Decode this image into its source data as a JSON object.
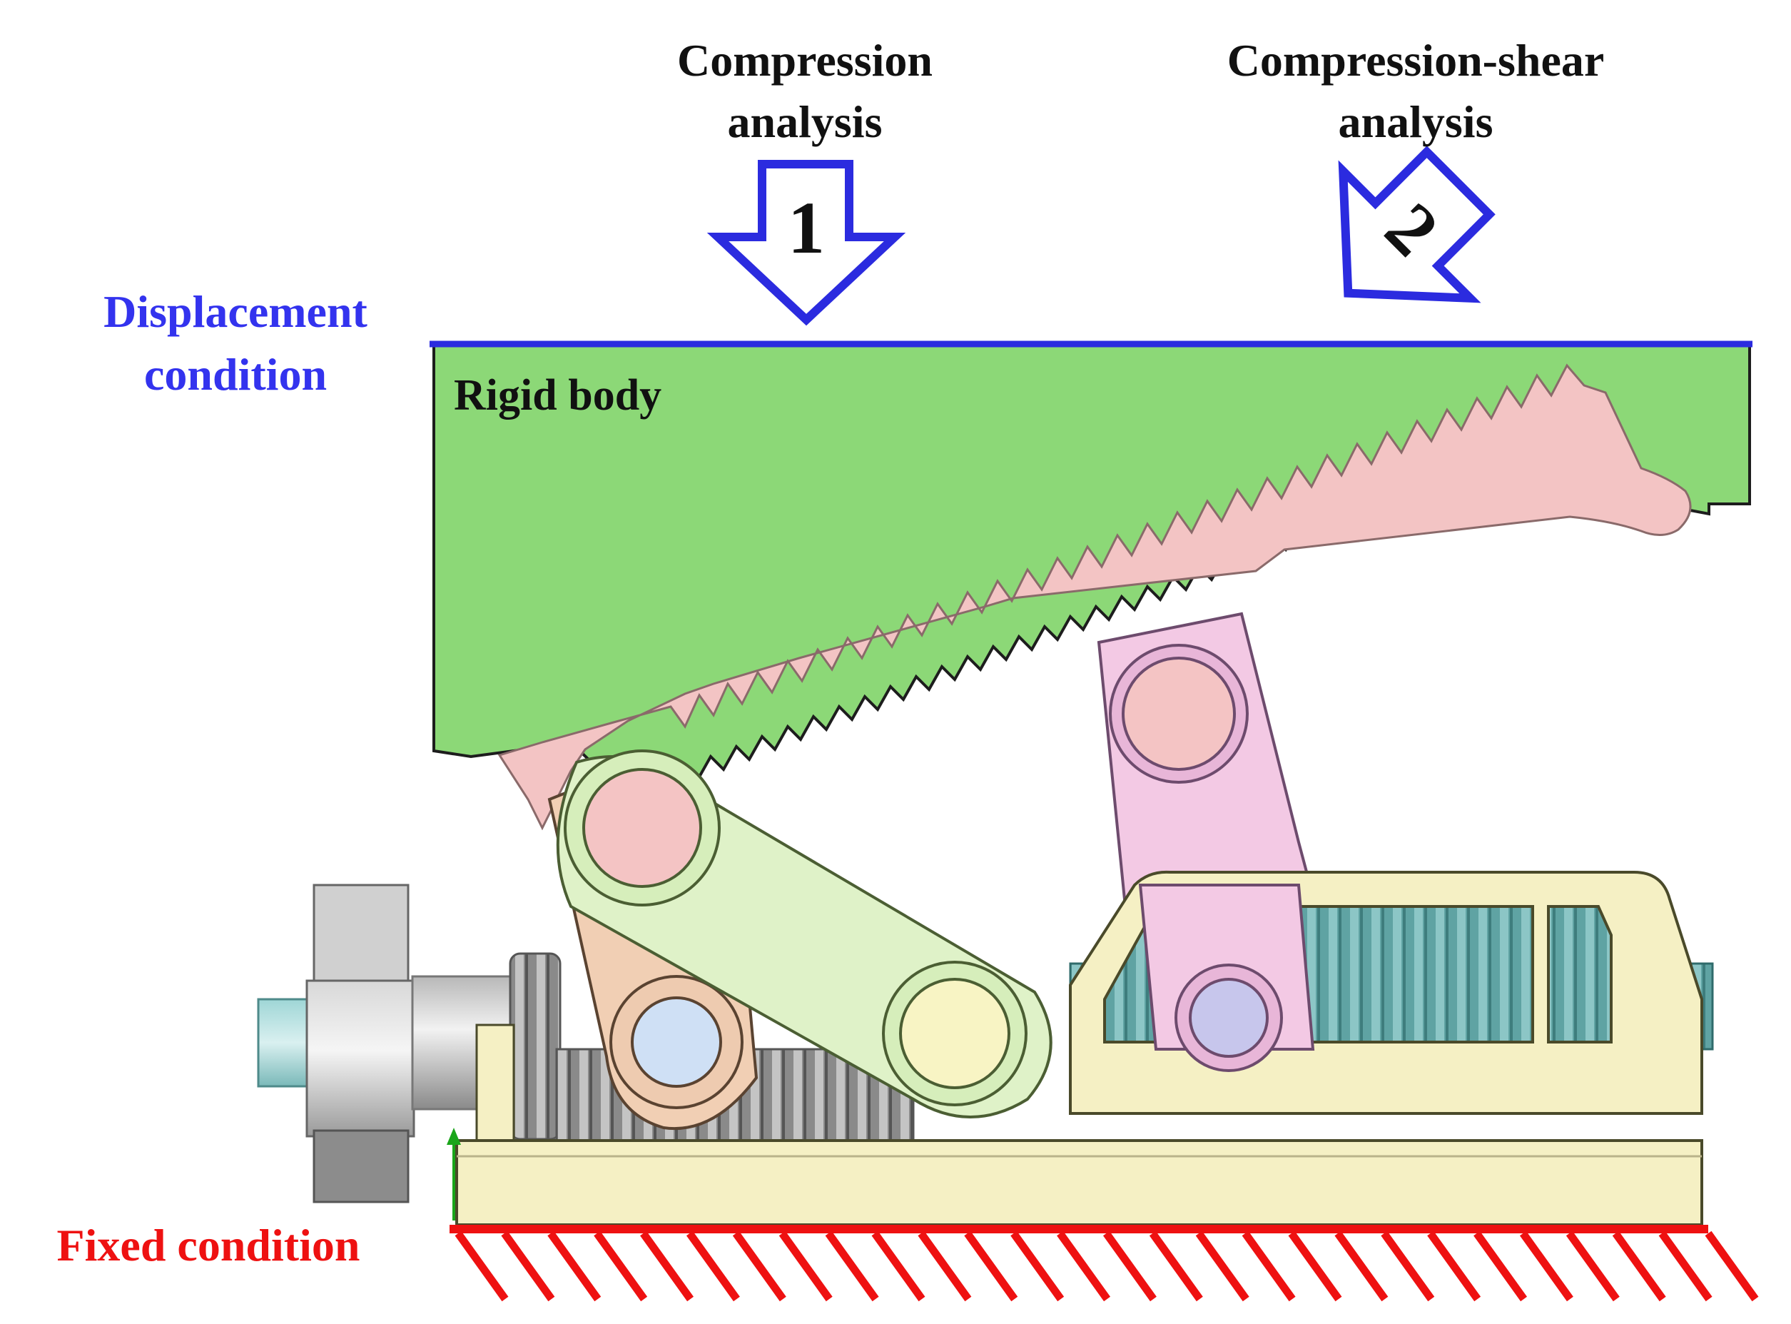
{
  "labels": {
    "compression": [
      "Compression",
      "analysis"
    ],
    "compression_shear": [
      "Compression-shear",
      "analysis"
    ],
    "displacement": [
      "Displacement",
      "condition"
    ],
    "rigid_body": "Rigid body",
    "fixed": "Fixed condition",
    "arrow1": "1",
    "arrow2": "2"
  },
  "colors": {
    "displacement_line": "#2b2bdf",
    "fixed_line": "#ee1111",
    "rigid_body": "#8cd877",
    "pad": "#f3c4c4",
    "link": "#dff2c8",
    "frame": "#f5f0c4",
    "rod": "#f3c9e4",
    "screw": "#5fa3a3"
  },
  "hatch_count": 28
}
